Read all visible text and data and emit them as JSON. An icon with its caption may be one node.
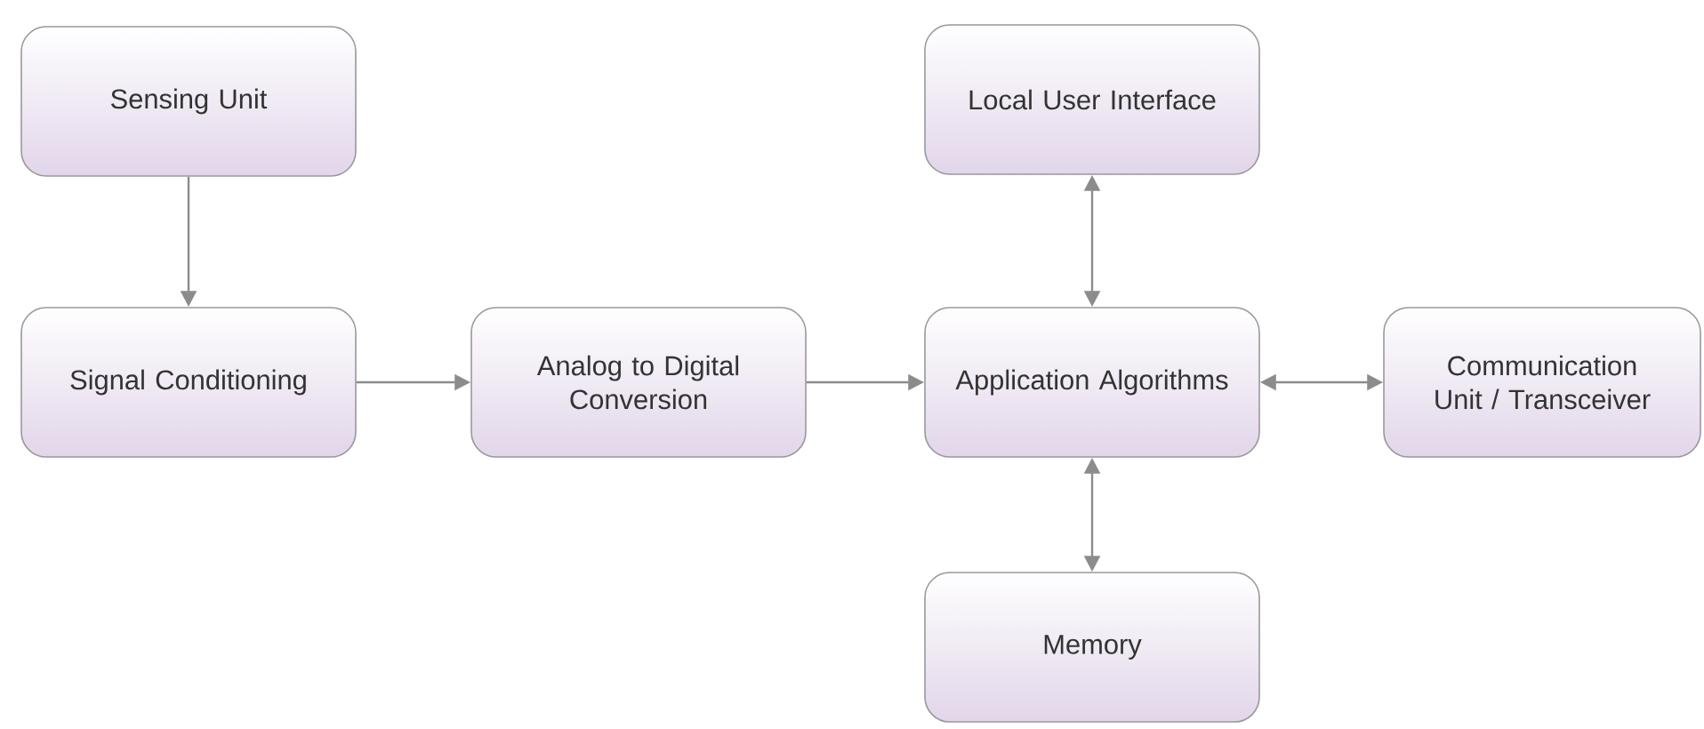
{
  "diagram": {
    "nodes": [
      {
        "text": [
          "Sensing Unit"
        ]
      },
      {
        "text": [
          "Signal Conditioning"
        ]
      },
      {
        "text": [
          "Analog to Digital Conversion"
        ]
      },
      {
        "text": [
          "Local User Interface"
        ]
      },
      {
        "text": [
          "Application Algorithms"
        ]
      },
      {
        "text": [
          "Communication Unit / Transceiver"
        ]
      },
      {
        "text": [
          "Memory"
        ]
      }
    ],
    "edges": [
      {
        "from": 0,
        "to": 1,
        "arrow": "to"
      },
      {
        "from": 1,
        "to": 2,
        "arrow": "to"
      },
      {
        "from": 2,
        "to": 4,
        "arrow": "to"
      },
      {
        "from": 4,
        "to": 3,
        "arrow": "both"
      },
      {
        "from": 4,
        "to": 5,
        "arrow": "both"
      },
      {
        "from": 4,
        "to": 6,
        "arrow": "both"
      }
    ]
  }
}
